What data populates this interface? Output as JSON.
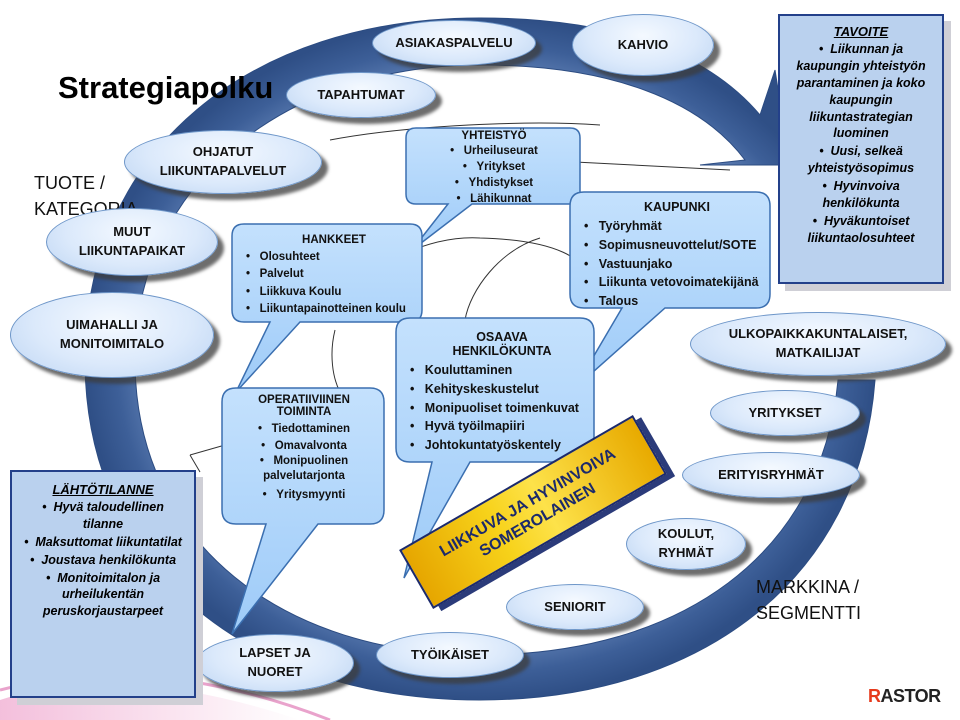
{
  "title": "Strategiapolku",
  "axis_labels": {
    "product": [
      "TUOTE /",
      "KATEGORIA"
    ],
    "market": [
      "MARKKINA /",
      "SEGMENTTI"
    ]
  },
  "ring_ellipses": {
    "asiakaspalvelu": [
      "ASIAKASPALVELU"
    ],
    "kahvio": [
      "KAHVIO"
    ],
    "tapahtumat": [
      "TAPAHTUMAT"
    ],
    "ohjatut": [
      "OHJATUT",
      "LIIKUNTAPALVELUT"
    ],
    "muut": [
      "MUUT",
      "LIIKUNTAPAIKAT"
    ],
    "uimahalli": [
      "UIMAHALLI JA",
      "MONITOIMITALO"
    ],
    "ulkopaikkakuntalaiset": [
      "ULKOPAIKKAKUNTALAISET,",
      "MATKAILIJAT"
    ],
    "yritykset": [
      "YRITYKSET"
    ],
    "erityisryhmat": [
      "ERITYISRYHMÄT"
    ],
    "koulut": [
      "KOULUT,",
      "RYHMÄT"
    ],
    "seniorit": [
      "SENIORIT"
    ],
    "tyoikaiset": [
      "TYÖIKÄISET"
    ],
    "lapset": [
      "LAPSET JA",
      "NUORET"
    ]
  },
  "tavoite": {
    "heading": "TAVOITE",
    "items": [
      "Liikunnan ja kaupungin yhteistyön parantaminen ja koko kaupungin liikuntastrategian luominen",
      "Uusi, selkeä yhteistyösopimus",
      "Hyvinvoiva henkilökunta",
      "Hyväkuntoiset liikuntaolosuhteet"
    ]
  },
  "lahtotilanne": {
    "heading": "LÄHTÖTILANNE",
    "items": [
      "Hyvä taloudellinen tilanne",
      "Maksuttomat liikuntatilat",
      "Joustava henkilökunta",
      "Monitoimitalon ja urheilukentän peruskorjaustarpeet"
    ]
  },
  "callouts": {
    "yhteistyo": {
      "heading": "YHTEISTYÖ",
      "items": [
        "Urheiluseurat",
        "Yritykset",
        "Yhdistykset",
        "Lähikunnat"
      ]
    },
    "kaupunki": {
      "heading": "KAUPUNKI",
      "items": [
        "Työryhmät",
        "Sopimusneuvottelut/SOTE",
        "Vastuunjako",
        "Liikunta vetovoimatekijänä",
        "Talous"
      ]
    },
    "hankkeet": {
      "heading": "HANKKEET",
      "items": [
        "Olosuhteet",
        "Palvelut",
        "Liikkuva Koulu",
        "Liikuntapainotteinen koulu"
      ]
    },
    "osaava": {
      "heading_lines": [
        "OSAAVA",
        "HENKILÖKUNTA"
      ],
      "items": [
        "Kouluttaminen",
        "Kehityskeskustelut",
        "Monipuoliset toimenkuvat",
        "Hyvä työilmapiiri",
        "Johtokuntatyöskentely"
      ]
    },
    "operatiivinen": {
      "heading_lines": [
        "OPERATIIVIINEN",
        "TOIMINTA"
      ],
      "items": [
        "Tiedottaminen",
        "Omavalvonta",
        "Monipuolinen palvelutarjonta",
        "Yritysmyynti"
      ]
    }
  },
  "banner": [
    "LIIKKUVA JA HYVINVOIVA",
    "SOMEROLAINEN"
  ],
  "logo": {
    "first": "R",
    "rest": "ASTOR"
  },
  "colors": {
    "ring": "#4d6fa6",
    "ellipse": "#dbe9fb",
    "callout": "#aed4fb",
    "panel": "#bad1ee",
    "banner": "#f7d21a",
    "logo_accent": "#e63a1c"
  }
}
